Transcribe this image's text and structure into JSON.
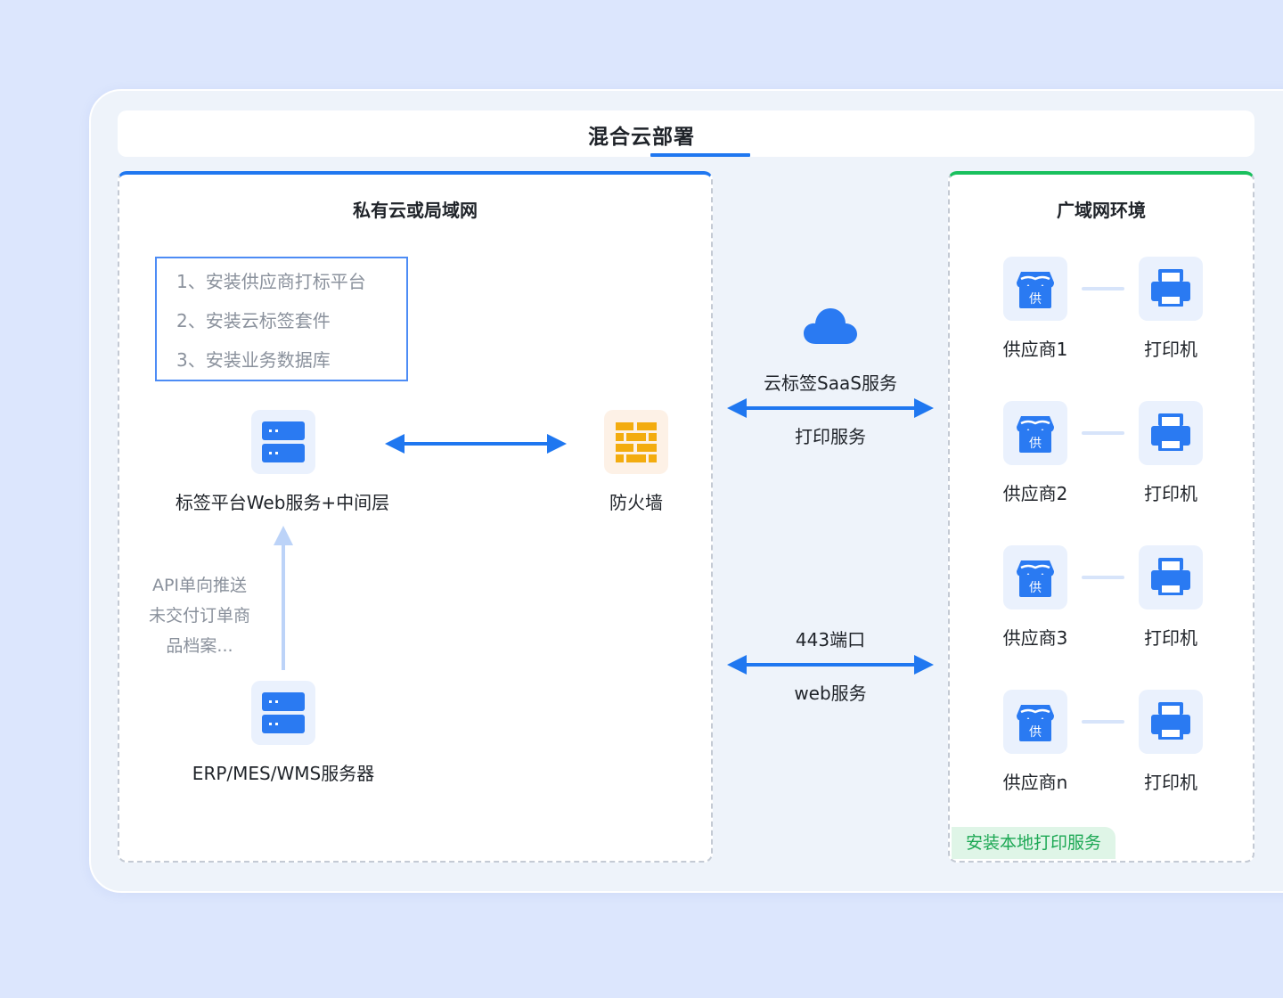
{
  "title": "混合云部署",
  "colors": {
    "background": "#dce6fd",
    "accent_blue": "#1f77f0",
    "accent_green": "#19c05d",
    "firewall_orange": "#f3ac0f"
  },
  "left_panel": {
    "title": "私有云或局域网",
    "steps": [
      "1、安装供应商打标平台",
      "2、安装云标签套件",
      "3、安装业务数据库"
    ],
    "web_server": {
      "label": "标签平台Web服务+中间层",
      "icon": "server-icon"
    },
    "firewall": {
      "label": "防火墙",
      "icon": "firewall-icon"
    },
    "erp_server": {
      "label": "ERP/MES/WMS服务器",
      "icon": "server-icon"
    },
    "api_note": [
      "API单向推送",
      "未交付订单商",
      "品档案..."
    ]
  },
  "middle": {
    "cloud": {
      "icon": "cloud-icon",
      "label": "云标签SaaS服务",
      "sub_label": "打印服务"
    },
    "port": {
      "label": "443端口",
      "sub_label": "web服务"
    }
  },
  "right_panel": {
    "title": "广域网环境",
    "rows": [
      {
        "supplier": "供应商1",
        "printer": "打印机"
      },
      {
        "supplier": "供应商2",
        "printer": "打印机"
      },
      {
        "supplier": "供应商3",
        "printer": "打印机"
      },
      {
        "supplier": "供应商n",
        "printer": "打印机"
      }
    ],
    "supplier_icon_glyph": "供",
    "local_tag": "安装本地打印服务"
  }
}
